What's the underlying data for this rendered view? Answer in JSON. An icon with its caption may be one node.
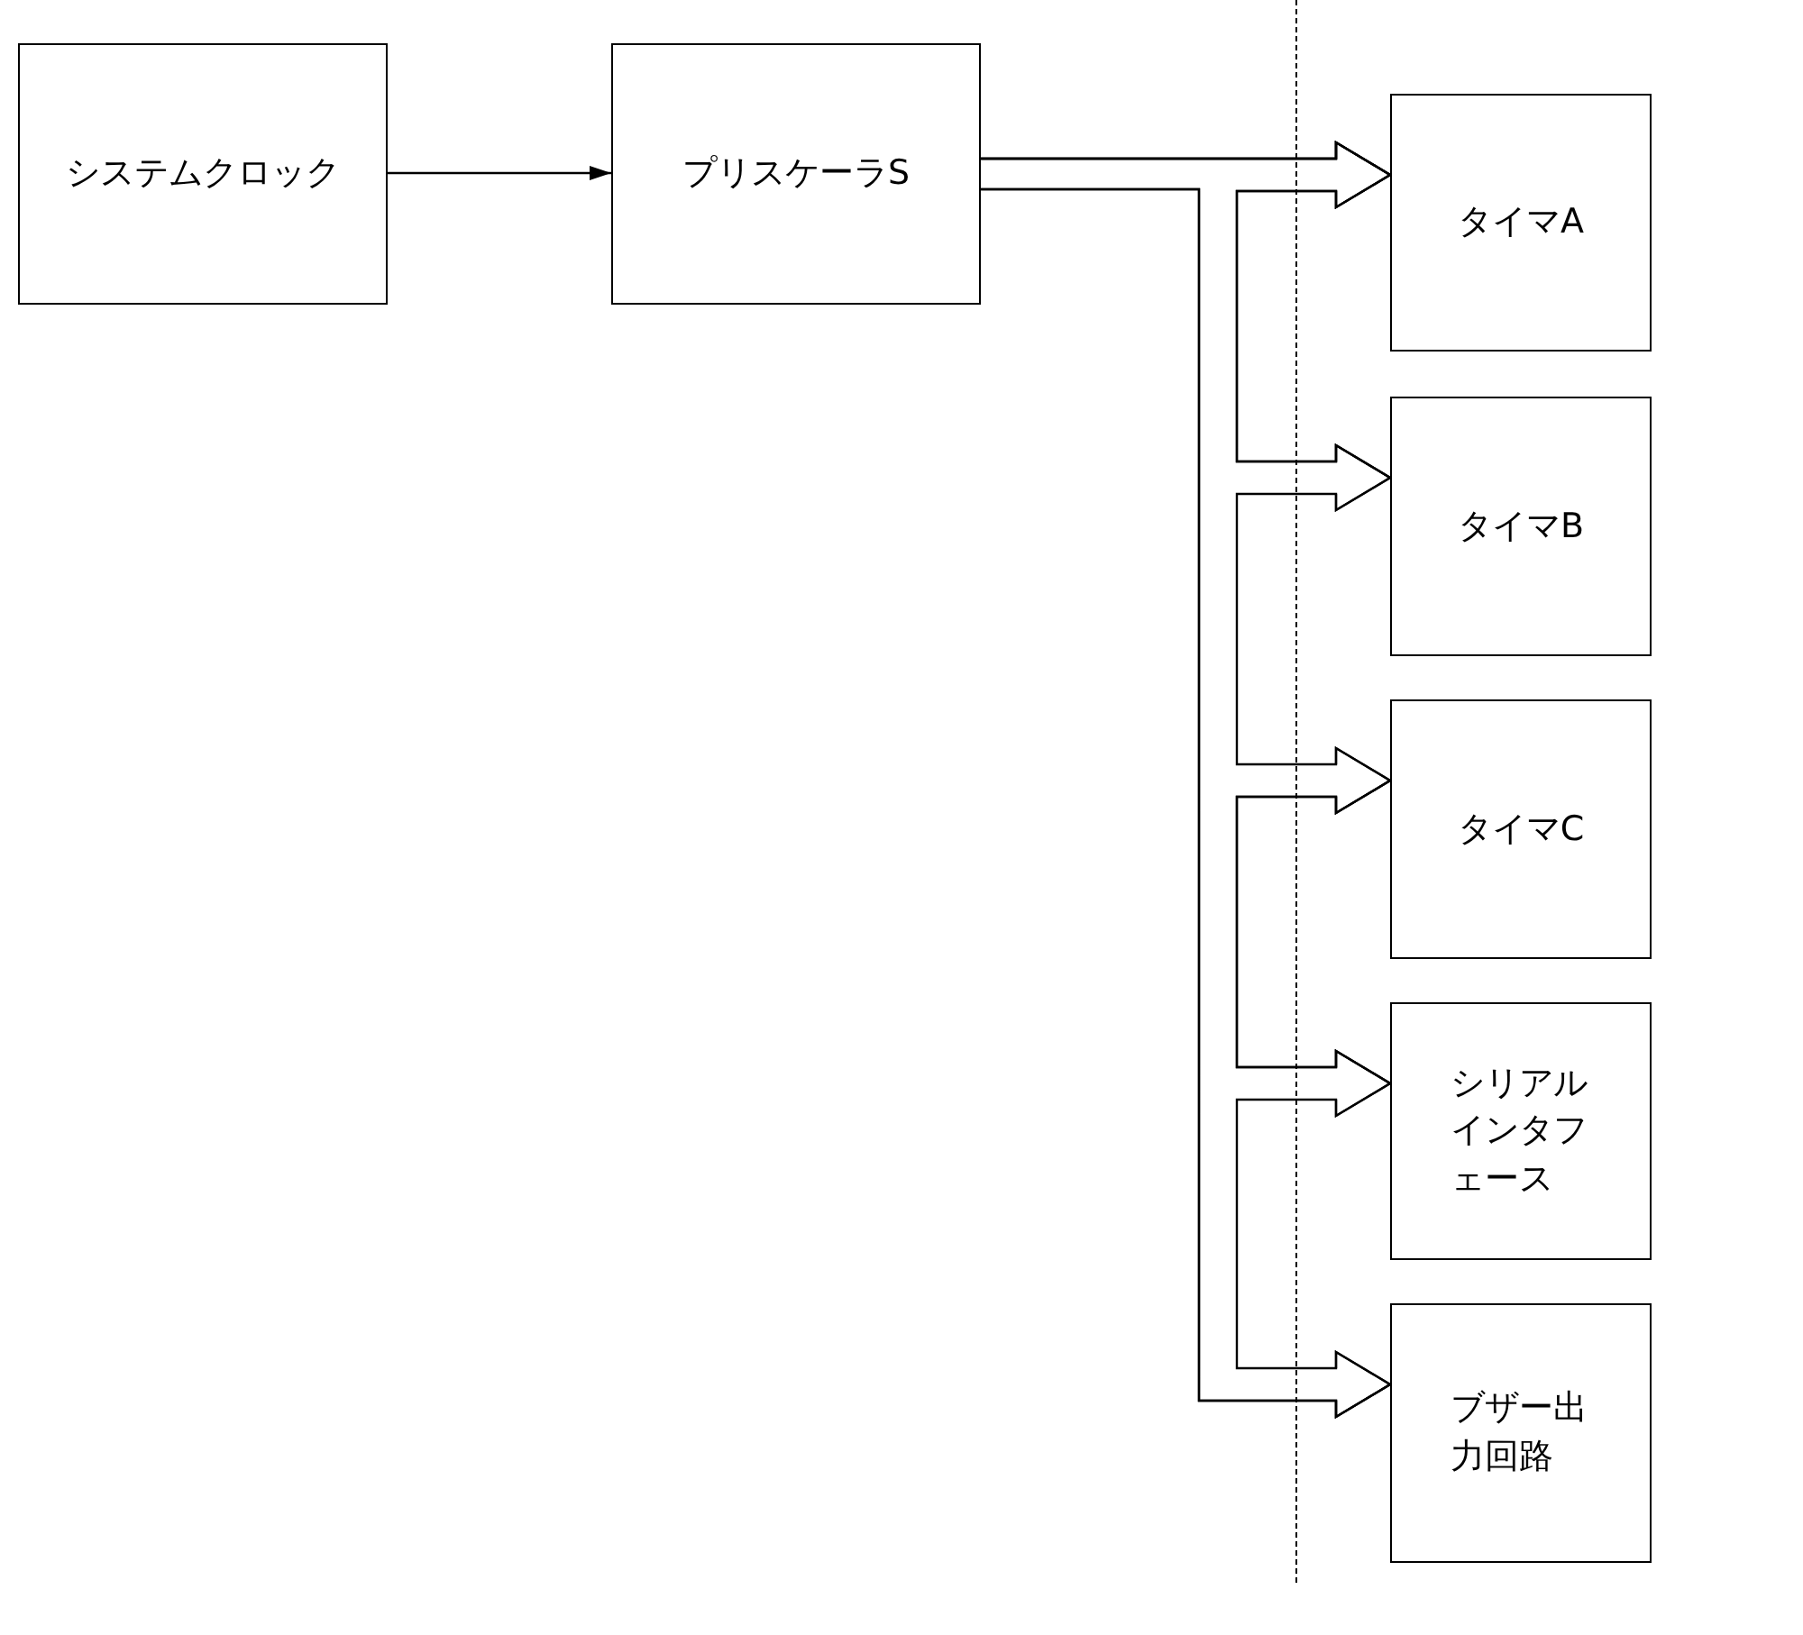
{
  "diagram": {
    "nodes": [
      {
        "text": [
          "システムクロック"
        ]
      },
      {
        "text": [
          "プリスケーラS"
        ]
      },
      {
        "text": [
          "タイマA"
        ]
      },
      {
        "text": [
          "タイマB"
        ]
      },
      {
        "text": [
          "タイマC"
        ]
      },
      {
        "text": [
          "シリアルインタフェース"
        ]
      },
      {
        "text": [
          "ブザー出力回路"
        ]
      }
    ],
    "edges": [
      {
        "from": 0,
        "to": 1,
        "arrow": "to"
      },
      {
        "from": 1,
        "to": 2,
        "arrow": "to"
      },
      {
        "from": 1,
        "to": 3,
        "arrow": "to"
      },
      {
        "from": 1,
        "to": 4,
        "arrow": "to"
      },
      {
        "from": 1,
        "to": 5,
        "arrow": "to"
      },
      {
        "from": 1,
        "to": 6,
        "arrow": "to"
      }
    ]
  }
}
